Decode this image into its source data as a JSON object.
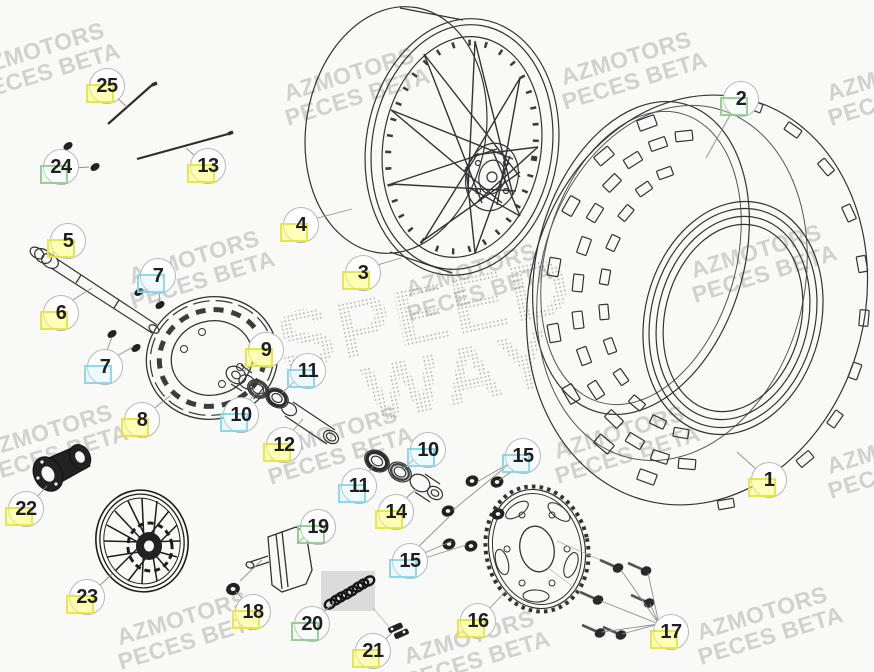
{
  "diagram": {
    "watermark": {
      "line1": "AZMOTORS",
      "line2": "PECES BETA"
    },
    "stamp": {
      "line1": "SPEED",
      "line2": "WAY"
    },
    "callouts": [
      {
        "num": "1",
        "highlight": "yellow"
      },
      {
        "num": "2",
        "highlight": "green"
      },
      {
        "num": "3",
        "highlight": "yellow"
      },
      {
        "num": "4",
        "highlight": "yellow"
      },
      {
        "num": "5",
        "highlight": "yellow"
      },
      {
        "num": "6",
        "highlight": "yellow"
      },
      {
        "num": "7",
        "highlight": "cyan"
      },
      {
        "num": "7",
        "highlight": "cyan"
      },
      {
        "num": "8",
        "highlight": "yellow"
      },
      {
        "num": "9",
        "highlight": "yellow"
      },
      {
        "num": "10",
        "highlight": "cyan"
      },
      {
        "num": "10",
        "highlight": "cyan"
      },
      {
        "num": "11",
        "highlight": "cyan"
      },
      {
        "num": "11",
        "highlight": "cyan"
      },
      {
        "num": "12",
        "highlight": "yellow"
      },
      {
        "num": "13",
        "highlight": "yellow"
      },
      {
        "num": "14",
        "highlight": "yellow"
      },
      {
        "num": "15",
        "highlight": "cyan"
      },
      {
        "num": "15",
        "highlight": "cyan"
      },
      {
        "num": "16",
        "highlight": "yellow"
      },
      {
        "num": "17",
        "highlight": "yellow"
      },
      {
        "num": "18",
        "highlight": "yellow"
      },
      {
        "num": "19",
        "highlight": "green"
      },
      {
        "num": "20",
        "highlight": "green"
      },
      {
        "num": "21",
        "highlight": "yellow"
      },
      {
        "num": "22",
        "highlight": "yellow"
      },
      {
        "num": "23",
        "highlight": "yellow"
      },
      {
        "num": "24",
        "highlight": "green"
      },
      {
        "num": "25",
        "highlight": "yellow"
      }
    ]
  },
  "colors": {
    "highlight_yellow": "#e2e23c",
    "highlight_cyan": "#7dd4e6",
    "highlight_green": "#86c986",
    "line_art": "#333333",
    "watermark_gray": "#9a9a9a",
    "chain_box_gray": "#dbdbdb"
  }
}
